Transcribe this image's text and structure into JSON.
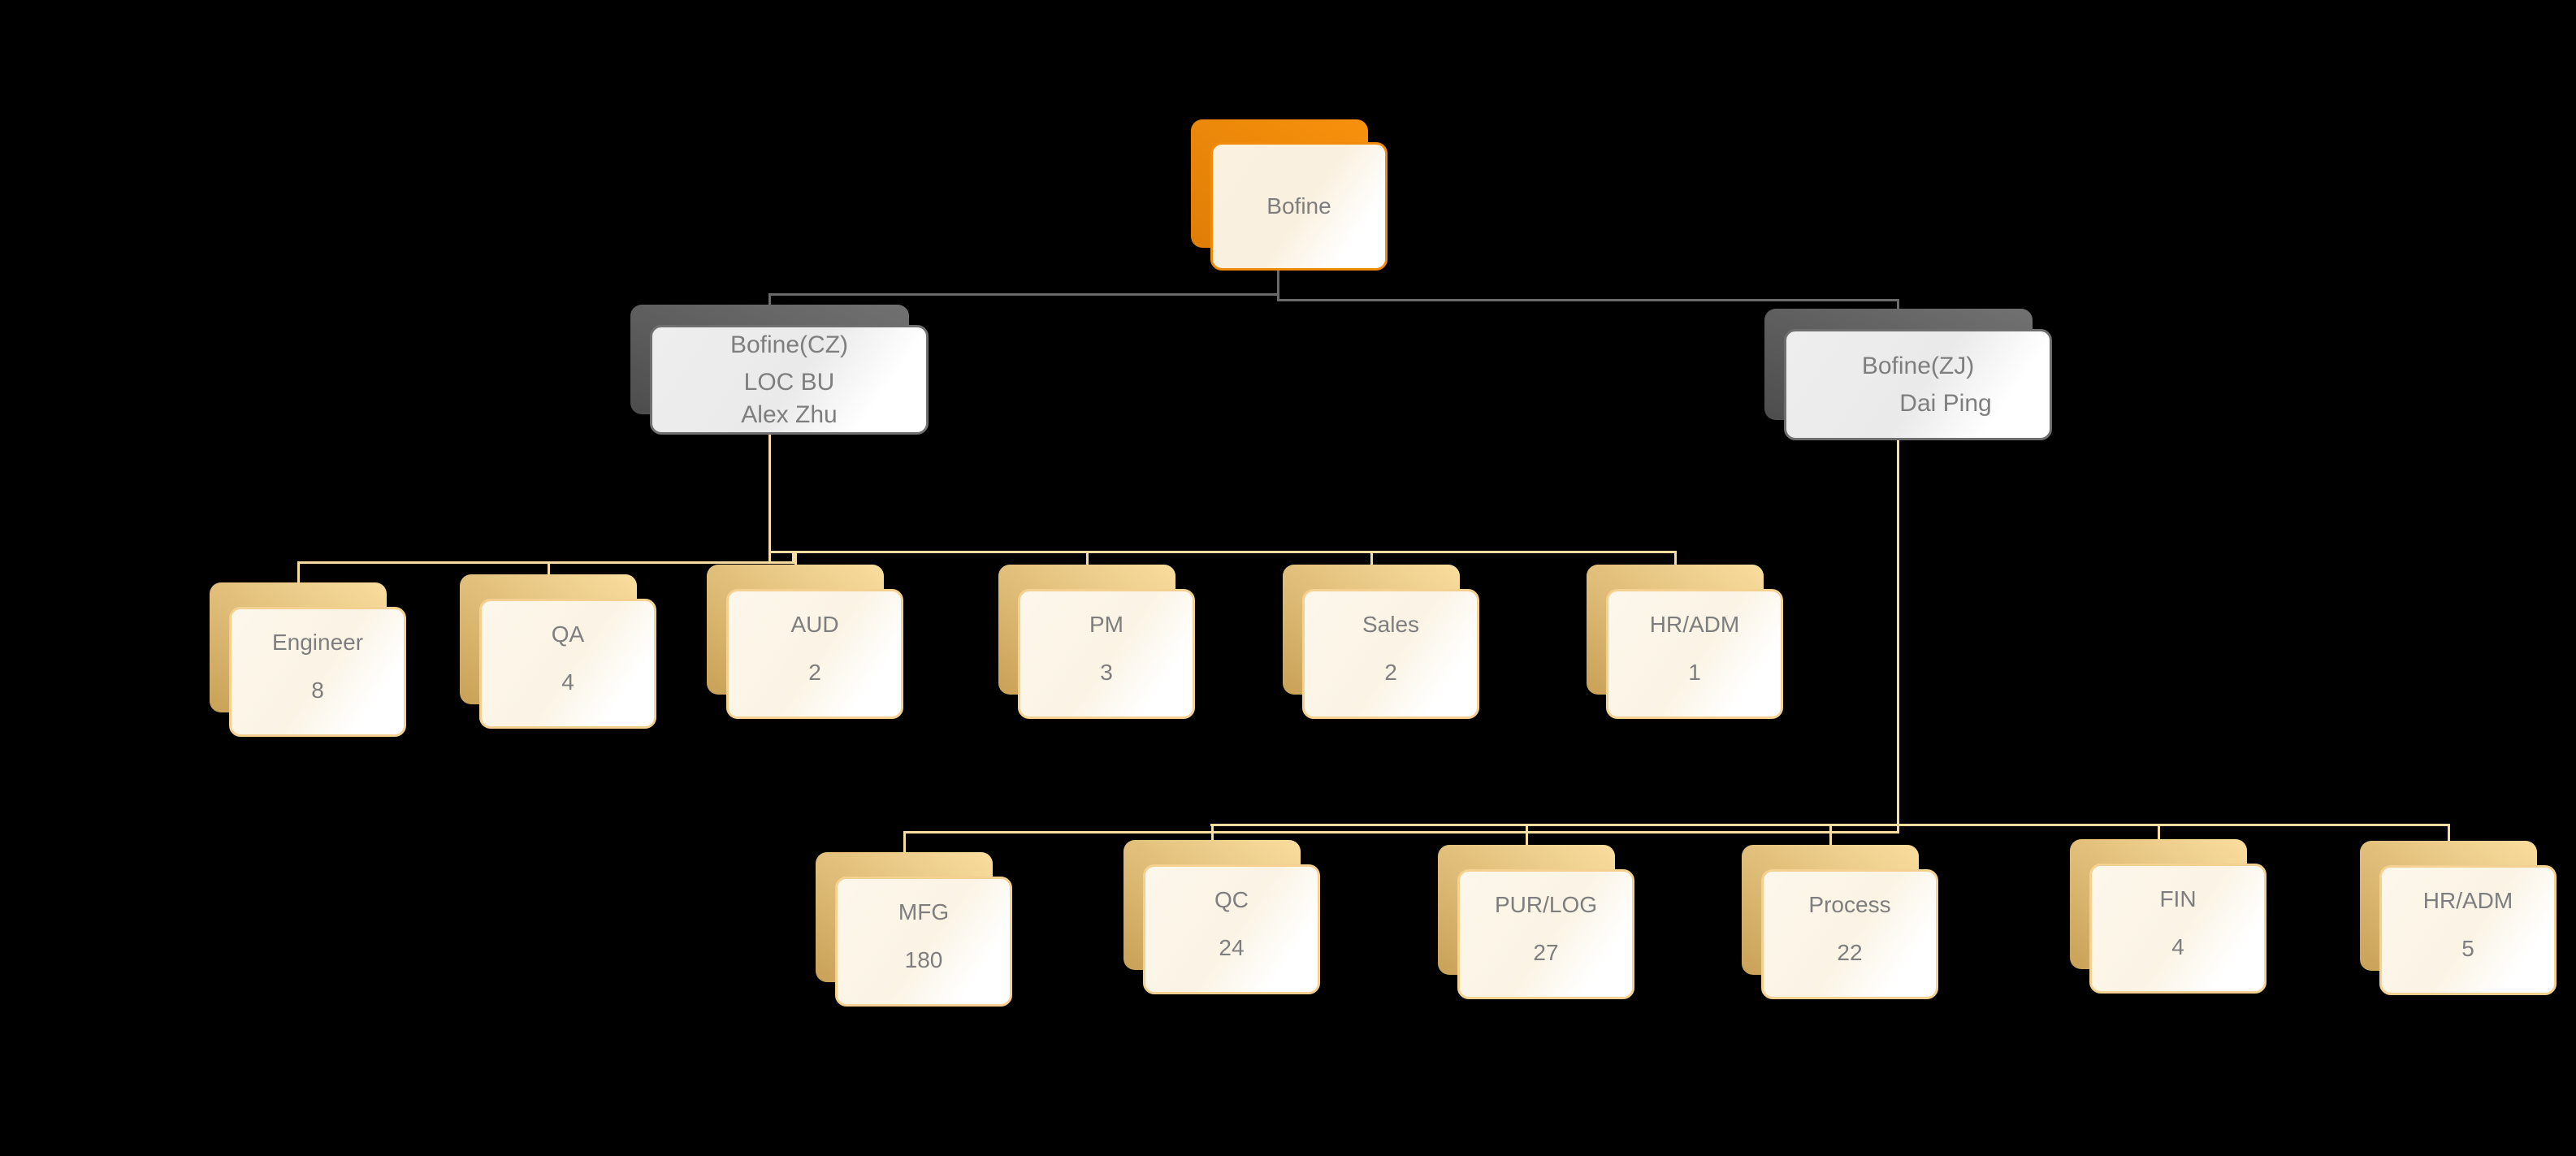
{
  "palette": {
    "background": "#000000",
    "orange_accent": "#F5890B",
    "gray_accent": "#6E6E6E",
    "tan_accent": "#F2CE8D",
    "connector_gray": "#6A6A6A",
    "connector_tan": "#F6DCA1",
    "text_color": "#7E7E7E"
  },
  "nodes": {
    "root": {
      "lines": [
        "Bofine"
      ]
    },
    "cz": {
      "lines": [
        "Bofine(CZ)",
        "LOC BU",
        "Alex Zhu"
      ]
    },
    "zj": {
      "lines": [
        "Bofine(ZJ)",
        "Dai Ping"
      ]
    },
    "engineer": {
      "lines": [
        "Engineer",
        "8"
      ]
    },
    "qa": {
      "lines": [
        "QA",
        "4"
      ]
    },
    "aud": {
      "lines": [
        "AUD",
        "2"
      ]
    },
    "pm": {
      "lines": [
        "PM",
        "3"
      ]
    },
    "sales": {
      "lines": [
        "Sales",
        "2"
      ]
    },
    "hradm_cz": {
      "lines": [
        "HR/ADM",
        "1"
      ]
    },
    "mfg": {
      "lines": [
        "MFG",
        "180"
      ]
    },
    "qc": {
      "lines": [
        "QC",
        "24"
      ]
    },
    "purlog": {
      "lines": [
        "PUR/LOG",
        "27"
      ]
    },
    "process": {
      "lines": [
        "Process",
        "22"
      ]
    },
    "fin": {
      "lines": [
        "FIN",
        "4"
      ]
    },
    "hradm_zj": {
      "lines": [
        "HR/ADM",
        "5"
      ]
    }
  },
  "hierarchy": {
    "Bofine": {
      "Bofine(CZ)": [
        "Engineer",
        "QA",
        "AUD",
        "PM",
        "Sales",
        "HR/ADM"
      ],
      "Bofine(ZJ)": [
        "MFG",
        "QC",
        "PUR/LOG",
        "Process",
        "FIN",
        "HR/ADM"
      ]
    }
  }
}
